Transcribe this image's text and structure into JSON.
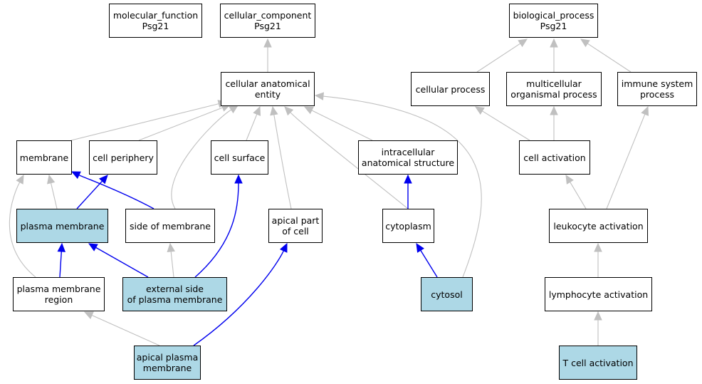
{
  "graph": {
    "colors": {
      "highlight_fill": "#add8e6",
      "default_fill": "#ffffff",
      "is_a_edge": "#c0c0c0",
      "part_of_edge": "#0000ee"
    },
    "nodes": [
      {
        "id": "mf",
        "label": "molecular_function\nPsg21",
        "highlight": false
      },
      {
        "id": "cc",
        "label": "cellular_component\nPsg21",
        "highlight": false
      },
      {
        "id": "bp",
        "label": "biological_process\nPsg21",
        "highlight": false
      },
      {
        "id": "cae",
        "label": "cellular anatomical\nentity",
        "highlight": false
      },
      {
        "id": "cp",
        "label": "cellular process",
        "highlight": false
      },
      {
        "id": "mop",
        "label": "multicellular\norganismal process",
        "highlight": false
      },
      {
        "id": "isp",
        "label": "immune system\nprocess",
        "highlight": false
      },
      {
        "id": "membrane",
        "label": "membrane",
        "highlight": false
      },
      {
        "id": "periphery",
        "label": "cell periphery",
        "highlight": false
      },
      {
        "id": "surface",
        "label": "cell surface",
        "highlight": false
      },
      {
        "id": "ias",
        "label": "intracellular\nanatomical structure",
        "highlight": false
      },
      {
        "id": "cact",
        "label": "cell activation",
        "highlight": false
      },
      {
        "id": "pm",
        "label": "plasma membrane",
        "highlight": true
      },
      {
        "id": "som",
        "label": "side of membrane",
        "highlight": false
      },
      {
        "id": "apc",
        "label": "apical part\nof cell",
        "highlight": false
      },
      {
        "id": "cyto",
        "label": "cytoplasm",
        "highlight": false
      },
      {
        "id": "lact",
        "label": "leukocyte activation",
        "highlight": false
      },
      {
        "id": "pmr",
        "label": "plasma membrane\nregion",
        "highlight": false
      },
      {
        "id": "espm",
        "label": "external side\nof plasma membrane",
        "highlight": true
      },
      {
        "id": "cytosol",
        "label": "cytosol",
        "highlight": true
      },
      {
        "id": "lyact",
        "label": "lymphocyte activation",
        "highlight": false
      },
      {
        "id": "apm",
        "label": "apical plasma\nmembrane",
        "highlight": true
      },
      {
        "id": "tact",
        "label": "T cell activation",
        "highlight": true
      }
    ],
    "edges": [
      {
        "from": "cae",
        "to": "cc",
        "type": "is_a"
      },
      {
        "from": "cp",
        "to": "bp",
        "type": "is_a"
      },
      {
        "from": "mop",
        "to": "bp",
        "type": "is_a"
      },
      {
        "from": "isp",
        "to": "bp",
        "type": "is_a"
      },
      {
        "from": "membrane",
        "to": "cae",
        "type": "is_a"
      },
      {
        "from": "periphery",
        "to": "cae",
        "type": "is_a"
      },
      {
        "from": "som",
        "to": "cae",
        "type": "is_a"
      },
      {
        "from": "surface",
        "to": "cae",
        "type": "is_a"
      },
      {
        "from": "apc",
        "to": "cae",
        "type": "is_a"
      },
      {
        "from": "cyto",
        "to": "cae",
        "type": "is_a"
      },
      {
        "from": "ias",
        "to": "cae",
        "type": "is_a"
      },
      {
        "from": "cytosol",
        "to": "cae",
        "type": "is_a"
      },
      {
        "from": "cact",
        "to": "cp",
        "type": "is_a"
      },
      {
        "from": "cact",
        "to": "mop",
        "type": "is_a"
      },
      {
        "from": "lact",
        "to": "cact",
        "type": "is_a"
      },
      {
        "from": "lact",
        "to": "isp",
        "type": "is_a"
      },
      {
        "from": "lyact",
        "to": "lact",
        "type": "is_a"
      },
      {
        "from": "tact",
        "to": "lyact",
        "type": "is_a"
      },
      {
        "from": "pm",
        "to": "membrane",
        "type": "is_a"
      },
      {
        "from": "pmr",
        "to": "membrane",
        "type": "is_a"
      },
      {
        "from": "espm",
        "to": "som",
        "type": "is_a"
      },
      {
        "from": "apm",
        "to": "pmr",
        "type": "is_a"
      },
      {
        "from": "pm",
        "to": "periphery",
        "type": "part_of"
      },
      {
        "from": "som",
        "to": "membrane",
        "type": "part_of"
      },
      {
        "from": "pmr",
        "to": "pm",
        "type": "part_of"
      },
      {
        "from": "espm",
        "to": "pm",
        "type": "part_of"
      },
      {
        "from": "espm",
        "to": "surface",
        "type": "part_of"
      },
      {
        "from": "apm",
        "to": "apc",
        "type": "part_of"
      },
      {
        "from": "cyto",
        "to": "ias",
        "type": "part_of"
      },
      {
        "from": "cytosol",
        "to": "cyto",
        "type": "part_of"
      }
    ]
  }
}
